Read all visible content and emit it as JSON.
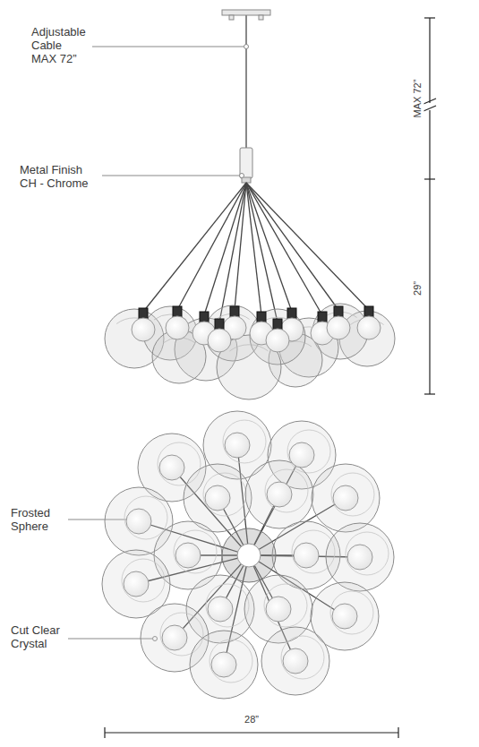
{
  "diagram": {
    "labels": [
      "Adjustable Cable MAX 72”",
      "MAX 72”",
      "Metal Finish CH - Chrome",
      "29”",
      "Frosted Sphere",
      "Cut Clear Crystal",
      "28”"
    ]
  }
}
